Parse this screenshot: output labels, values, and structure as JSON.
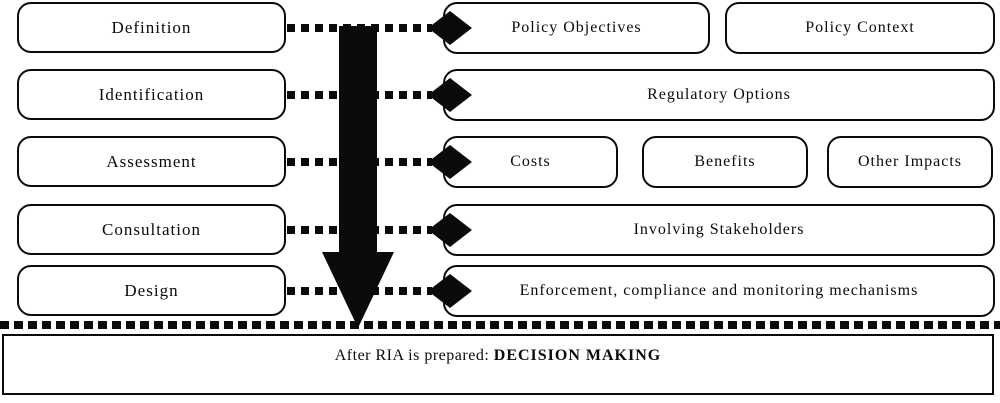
{
  "colors": {
    "ink": "#0b0b0b",
    "paper": "#ffffff"
  },
  "rows": [
    {
      "left": "Definition",
      "right": [
        "Policy Objectives",
        "Policy Context"
      ]
    },
    {
      "left": "Identification",
      "right": [
        "Regulatory Options"
      ]
    },
    {
      "left": "Assessment",
      "right": [
        "Costs",
        "Benefits",
        "Other Impacts"
      ]
    },
    {
      "left": "Consultation",
      "right": [
        "Involving Stakeholders"
      ]
    },
    {
      "left": "Design",
      "right": [
        "Enforcement, compliance and monitoring mechanisms"
      ]
    }
  ],
  "footer": {
    "prefix": "After RIA is prepared: ",
    "emphasis": "DECISION MAKING"
  }
}
